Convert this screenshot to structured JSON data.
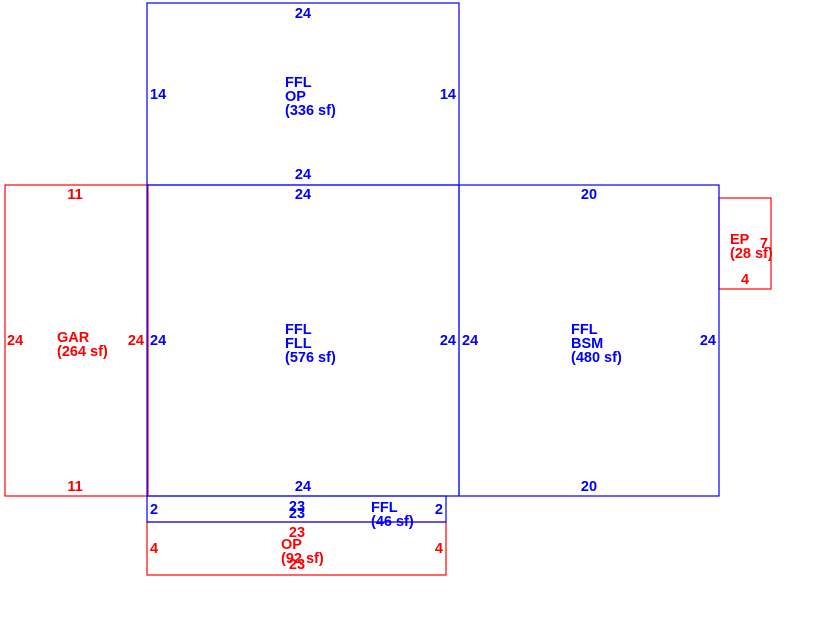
{
  "colors": {
    "blue": "#0000ff",
    "red": "#ff0000",
    "background": "#ffffff"
  },
  "areas": {
    "op_top": {
      "lines": [
        "FFL",
        "OP",
        "(336 sf)"
      ],
      "dims": {
        "top": "24",
        "left": "14",
        "right": "14",
        "bottom": "24"
      }
    },
    "fll": {
      "lines": [
        "FFL",
        "FLL",
        "(576 sf)"
      ],
      "dims": {
        "top": "24",
        "left": "24",
        "right": "24",
        "bottom": "24"
      }
    },
    "bsm": {
      "lines": [
        "FFL",
        "BSM",
        "(480 sf)"
      ],
      "dims": {
        "top": "20",
        "left": "24",
        "right": "24",
        "bottom": "20"
      }
    },
    "gar": {
      "lines": [
        "GAR",
        "(264 sf)"
      ],
      "dims": {
        "top": "11",
        "left": "24",
        "right": "24",
        "bottom": "11"
      }
    },
    "ep": {
      "lines": [
        "EP",
        "(28 sf)"
      ],
      "dims": {
        "right": "7",
        "bottom": "4"
      }
    },
    "ffl_strip": {
      "lines": [
        "FFL",
        "(46 sf)"
      ],
      "dims": {
        "top": "23",
        "left": "2",
        "right": "2",
        "bottom": "23"
      }
    },
    "op_bottom": {
      "lines": [
        "OP",
        "(92 sf)"
      ],
      "dims": {
        "top": "23",
        "left": "4",
        "right": "4",
        "bottom": "23"
      }
    }
  }
}
